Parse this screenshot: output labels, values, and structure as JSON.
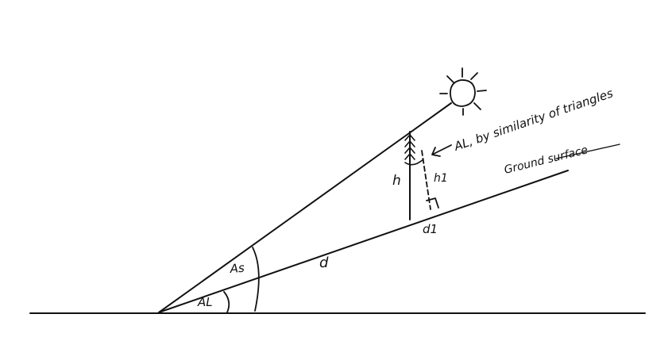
{
  "diagram": {
    "labels": {
      "sun_angle": "As",
      "slope_angle": "AL",
      "height": "h",
      "perp_height": "h1",
      "distance": "d",
      "perp_distance": "d1",
      "ground_surface": "Ground surface",
      "angle_note": "AL, by similarity of triangles"
    },
    "ink_color": "#111111",
    "background_color": "#ffffff"
  }
}
